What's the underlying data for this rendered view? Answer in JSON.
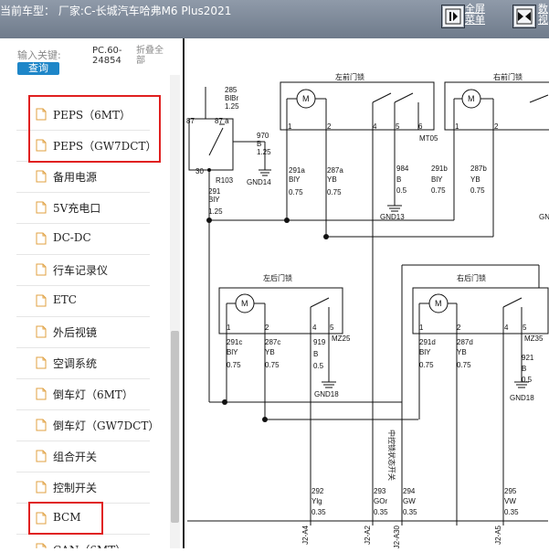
{
  "header": {
    "title": "当前车型：  厂家:C-长城汽车哈弗M6 Plus2021",
    "fullscreen_label_line1": "全屏",
    "fullscreen_label_line2": "菜单",
    "data_label_line1": "数",
    "data_label_line2": "视"
  },
  "sidebar": {
    "search_label": "输入关键:",
    "search_button": "查询",
    "model_code_line1": "PC.60-",
    "model_code_line2": "24854",
    "collapse_line1": "折叠全",
    "collapse_line2": "部",
    "items": [
      {
        "label": "PEPS（6MT）"
      },
      {
        "label": "PEPS（GW7DCT）"
      },
      {
        "label": "备用电源"
      },
      {
        "label": "5V充电口"
      },
      {
        "label": "DC-DC"
      },
      {
        "label": "行车记录仪"
      },
      {
        "label": "ETC"
      },
      {
        "label": "外后视镜"
      },
      {
        "label": "空调系统"
      },
      {
        "label": "倒车灯（6MT）"
      },
      {
        "label": "倒车灯（GW7DCT）"
      },
      {
        "label": "组合开关"
      },
      {
        "label": "控制开关"
      },
      {
        "label": "BCM"
      },
      {
        "label": "CAN（6MT）"
      }
    ]
  },
  "diagram": {
    "relay_top": {
      "pin": "285",
      "color": "BlBr",
      "size": "1.25"
    },
    "relay_pin87": "87",
    "relay_pin87a": "87 a",
    "relay_pin30": "30",
    "relay_out": {
      "pin": "970",
      "color": "B",
      "size": "1.25"
    },
    "relay_ref": "R103",
    "gnd14": "GND14",
    "w291": {
      "pin": "291",
      "color": "BlY",
      "size": "1.25"
    },
    "front_left": {
      "title": "左前门锁",
      "p1": "1",
      "p2": "2",
      "p4": "4",
      "p5": "5",
      "p6": "6",
      "conn": "MT05",
      "w1": {
        "pin": "291a",
        "color": "BlY",
        "size": "0.75"
      },
      "w2": {
        "pin": "287a",
        "color": "YB",
        "size": "0.75"
      },
      "w5": {
        "pin": "984",
        "color": "B",
        "size": "0.5"
      },
      "gnd": "GND13"
    },
    "front_right": {
      "title": "右前门锁",
      "p1": "1",
      "p2": "2",
      "w1": {
        "pin": "291b",
        "color": "BlY",
        "size": "0.75"
      },
      "w2": {
        "pin": "287b",
        "color": "YB",
        "size": "0.75"
      },
      "gnd_partial": "GN"
    },
    "rear_left": {
      "title": "左后门锁",
      "p1": "1",
      "p2": "2",
      "p4": "4",
      "p5": "5",
      "conn": "MZ25",
      "w1": {
        "pin": "291c",
        "color": "BlY",
        "size": "0.75"
      },
      "w2": {
        "pin": "287c",
        "color": "YB",
        "size": "0.75"
      },
      "w5": {
        "pin": "919",
        "color": "B",
        "size": "0.5"
      },
      "gnd": "GND18"
    },
    "rear_right": {
      "title": "右后门锁",
      "p1": "1",
      "p2": "2",
      "p4": "4",
      "p5": "5",
      "conn": "MZ35",
      "w1": {
        "pin": "291d",
        "color": "BlY",
        "size": "0.75"
      },
      "w2": {
        "pin": "287d",
        "color": "YB",
        "size": "0.75"
      },
      "w5": {
        "pin": "921",
        "color": "B",
        "size": "0.5"
      },
      "gnd": "GND18"
    },
    "central_lock_label": "中控锁状态开关",
    "bottom_wires": [
      {
        "pin": "292",
        "color": "Ylg",
        "size": "0.35",
        "conn": "J2-A4"
      },
      {
        "pin": "293",
        "color": "GOr",
        "size": "0.35",
        "conn": "J2-A2"
      },
      {
        "pin": "294",
        "color": "GW",
        "size": "0.35",
        "conn": "J2-A30"
      },
      {
        "pin": "295",
        "color": "VW",
        "size": "0.35",
        "conn": "J2-A5"
      }
    ]
  }
}
